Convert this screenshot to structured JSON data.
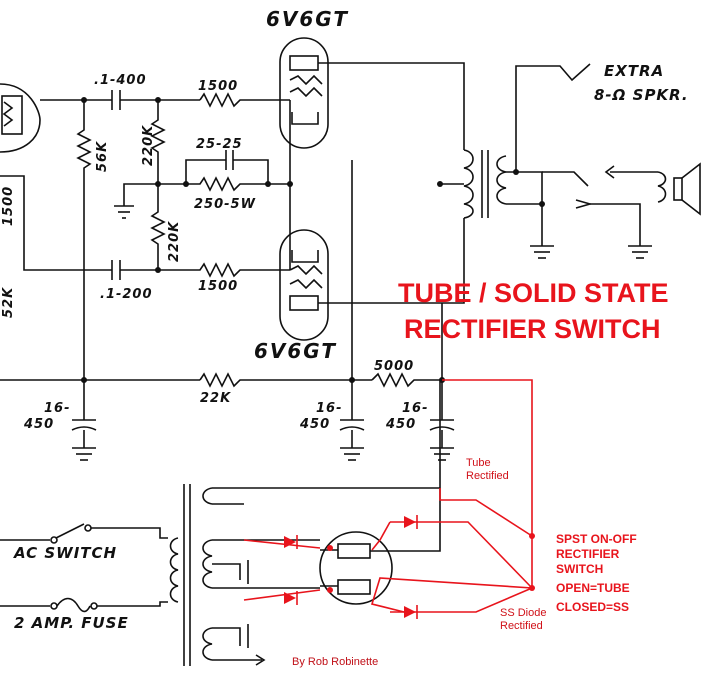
{
  "tube_top": "6V6GT",
  "tube_bottom": "6V6GT",
  "extra_line1": "EXTRA",
  "extra_line2": "8-Ω SPKR.",
  "cap_top": ".1-400",
  "cap_bottom": ".1-200",
  "res_top": "1500",
  "res_bottom": "1500",
  "res_56k": "56K",
  "res_220k_top": "220K",
  "res_220k_bottom": "220K",
  "cap_25": "25-25",
  "res_250": "250-5W",
  "res_left_1": "1500",
  "res_left_2": "52K",
  "res_22k": "22K",
  "res_5000": "5000",
  "cap_16_1": "16-",
  "cap_450_1": "450",
  "cap_16_2": "16-",
  "cap_450_2": "450",
  "cap_16_3": "16-",
  "cap_450_3": "450",
  "title_line1": "TUBE / SOLID STATE",
  "title_line2": "RECTIFIER SWITCH",
  "tube_rectified_1": "Tube",
  "tube_rectified_2": "Rectified",
  "switch_lines": [
    "SPST ON-OFF",
    "RECTIFIER",
    "SWITCH",
    "OPEN=TUBE",
    "CLOSED=SS"
  ],
  "ss_diode_1": "SS Diode",
  "ss_diode_2": "Rectified",
  "ac_switch": "AC SWITCH",
  "fuse": "2 AMP. FUSE",
  "credit": "By Rob Robinette",
  "colors": {
    "ink": "#111111",
    "accent_red": "#e8141c",
    "background": "#ffffff"
  }
}
